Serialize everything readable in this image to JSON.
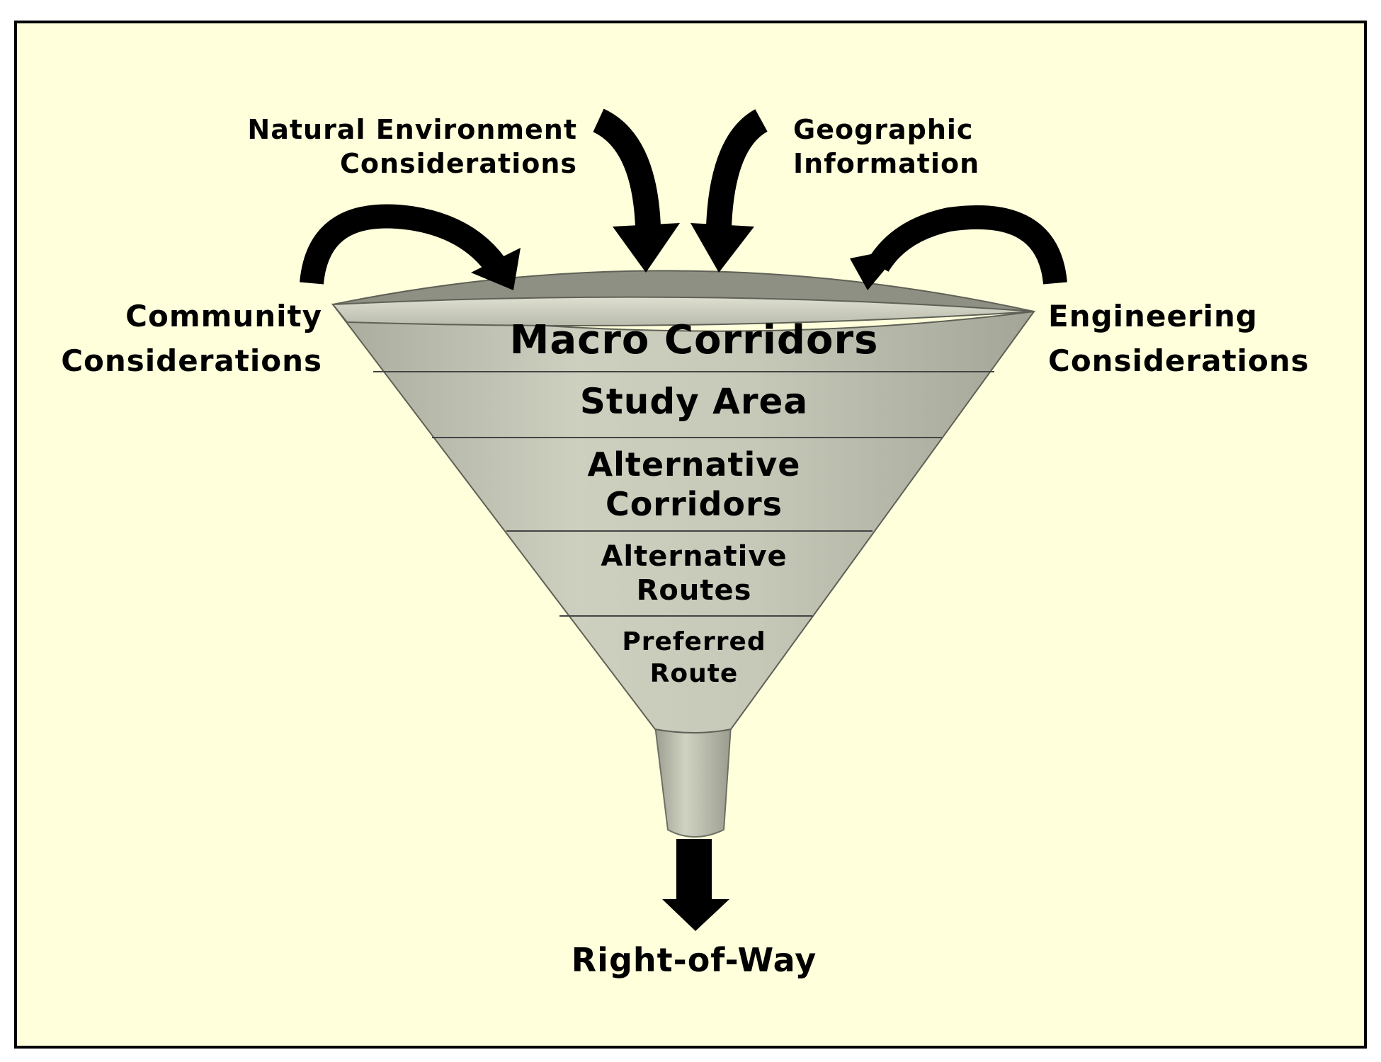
{
  "inputs": {
    "natural_environment": [
      "Natural Environment",
      "Considerations"
    ],
    "geographic": [
      "Geographic",
      "Information"
    ],
    "community": [
      "Community",
      "Considerations"
    ],
    "engineering": [
      "Engineering",
      "Considerations"
    ]
  },
  "stages": [
    {
      "lines": [
        "Macro Corridors"
      ]
    },
    {
      "lines": [
        "Study Area"
      ]
    },
    {
      "lines": [
        "Alternative",
        "Corridors"
      ]
    },
    {
      "lines": [
        "Alternative",
        "Routes"
      ]
    },
    {
      "lines": [
        "Preferred",
        "Route"
      ]
    }
  ],
  "output": {
    "label": "Right-of-Way"
  },
  "colors": {
    "background": "#ffffdc",
    "funnel": "#c4c6b6",
    "funnel_shadow": "#8e9084",
    "funnel_rim": "#d2d4c4",
    "arrow": "#000000",
    "border": "#000000"
  }
}
